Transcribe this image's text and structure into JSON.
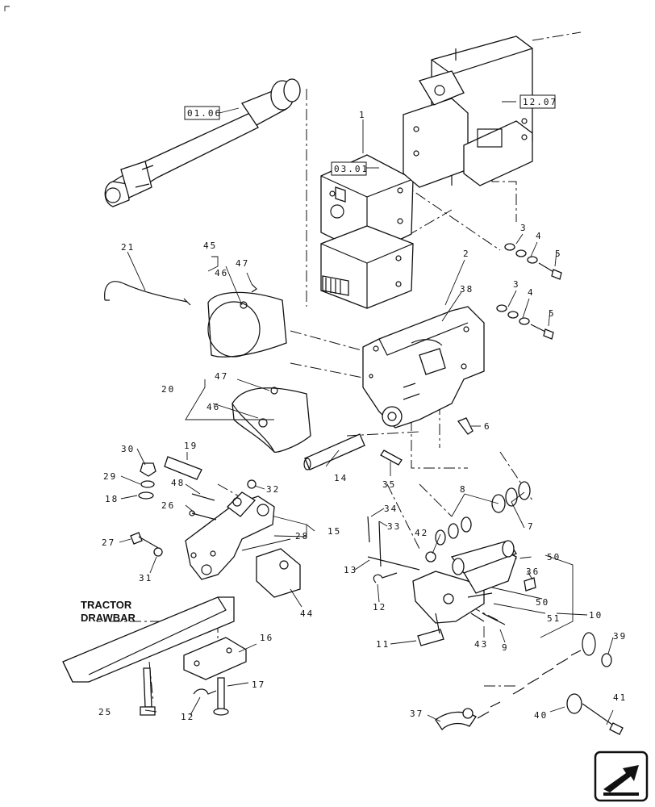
{
  "reference_boxes": {
    "ref_pto": "01.06",
    "ref_gearbox": "03.01",
    "ref_frame": "12.07"
  },
  "callout": {
    "line1": "TRACTOR",
    "line2": "DRAWBAR"
  },
  "part_labels": [
    {
      "id": "1",
      "text": "1"
    },
    {
      "id": "2",
      "text": "2"
    },
    {
      "id": "3a",
      "text": "3"
    },
    {
      "id": "3b",
      "text": "3"
    },
    {
      "id": "4a",
      "text": "4"
    },
    {
      "id": "4b",
      "text": "4"
    },
    {
      "id": "5a",
      "text": "5"
    },
    {
      "id": "5b",
      "text": "5"
    },
    {
      "id": "6",
      "text": "6"
    },
    {
      "id": "7",
      "text": "7"
    },
    {
      "id": "8",
      "text": "8"
    },
    {
      "id": "9",
      "text": "9"
    },
    {
      "id": "10",
      "text": "10"
    },
    {
      "id": "11",
      "text": "11"
    },
    {
      "id": "12a",
      "text": "12"
    },
    {
      "id": "12b",
      "text": "12"
    },
    {
      "id": "13",
      "text": "13"
    },
    {
      "id": "14",
      "text": "14"
    },
    {
      "id": "15",
      "text": "15"
    },
    {
      "id": "16",
      "text": "16"
    },
    {
      "id": "17",
      "text": "17"
    },
    {
      "id": "18",
      "text": "18"
    },
    {
      "id": "19",
      "text": "19"
    },
    {
      "id": "20",
      "text": "20"
    },
    {
      "id": "21",
      "text": "21"
    },
    {
      "id": "25",
      "text": "25"
    },
    {
      "id": "26",
      "text": "26"
    },
    {
      "id": "27",
      "text": "27"
    },
    {
      "id": "28",
      "text": "28"
    },
    {
      "id": "29",
      "text": "29"
    },
    {
      "id": "30",
      "text": "30"
    },
    {
      "id": "31",
      "text": "31"
    },
    {
      "id": "32",
      "text": "32"
    },
    {
      "id": "33",
      "text": "33"
    },
    {
      "id": "34",
      "text": "34"
    },
    {
      "id": "35",
      "text": "35"
    },
    {
      "id": "36",
      "text": "36"
    },
    {
      "id": "37",
      "text": "37"
    },
    {
      "id": "38",
      "text": "38"
    },
    {
      "id": "39",
      "text": "39"
    },
    {
      "id": "40",
      "text": "40"
    },
    {
      "id": "41",
      "text": "41"
    },
    {
      "id": "42",
      "text": "42"
    },
    {
      "id": "43",
      "text": "43"
    },
    {
      "id": "44",
      "text": "44"
    },
    {
      "id": "45",
      "text": "45"
    },
    {
      "id": "46a",
      "text": "46"
    },
    {
      "id": "46b",
      "text": "46"
    },
    {
      "id": "47a",
      "text": "47"
    },
    {
      "id": "47b",
      "text": "47"
    },
    {
      "id": "48",
      "text": "48"
    },
    {
      "id": "50a",
      "text": "50"
    },
    {
      "id": "50b",
      "text": "50"
    },
    {
      "id": "51",
      "text": "51"
    }
  ],
  "nav_icon": "next-page-arrow-icon"
}
